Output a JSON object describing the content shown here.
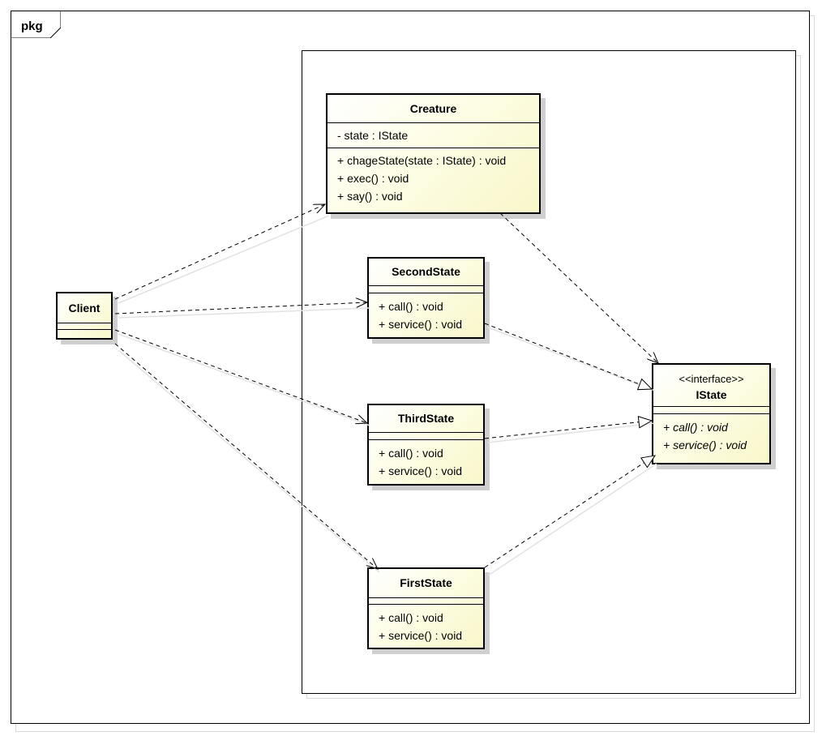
{
  "package": {
    "label": "pkg"
  },
  "classes": {
    "client": {
      "name": "Client"
    },
    "creature": {
      "name": "Creature",
      "attributes": [
        "- state : IState"
      ],
      "operations": [
        "+ chageState(state : IState) : void",
        "+ exec() : void",
        "+ say() : void"
      ]
    },
    "second": {
      "name": "SecondState",
      "operations": [
        "+ call() : void",
        "+ service() : void"
      ]
    },
    "third": {
      "name": "ThirdState",
      "operations": [
        "+ call() : void",
        "+ service() : void"
      ]
    },
    "first": {
      "name": "FirstState",
      "operations": [
        "+ call() : void",
        "+ service() : void"
      ]
    },
    "istate": {
      "stereotype": "<<interface>>",
      "name": "IState",
      "operations": [
        "+ call() : void",
        "+ service() : void"
      ]
    }
  },
  "relations": [
    {
      "from": "Client",
      "to": "Creature",
      "kind": "dependency"
    },
    {
      "from": "Client",
      "to": "SecondState",
      "kind": "dependency"
    },
    {
      "from": "Client",
      "to": "ThirdState",
      "kind": "dependency"
    },
    {
      "from": "Client",
      "to": "FirstState",
      "kind": "dependency"
    },
    {
      "from": "Creature",
      "to": "IState",
      "kind": "dependency"
    },
    {
      "from": "SecondState",
      "to": "IState",
      "kind": "realization"
    },
    {
      "from": "ThirdState",
      "to": "IState",
      "kind": "realization"
    },
    {
      "from": "FirstState",
      "to": "IState",
      "kind": "realization"
    }
  ]
}
